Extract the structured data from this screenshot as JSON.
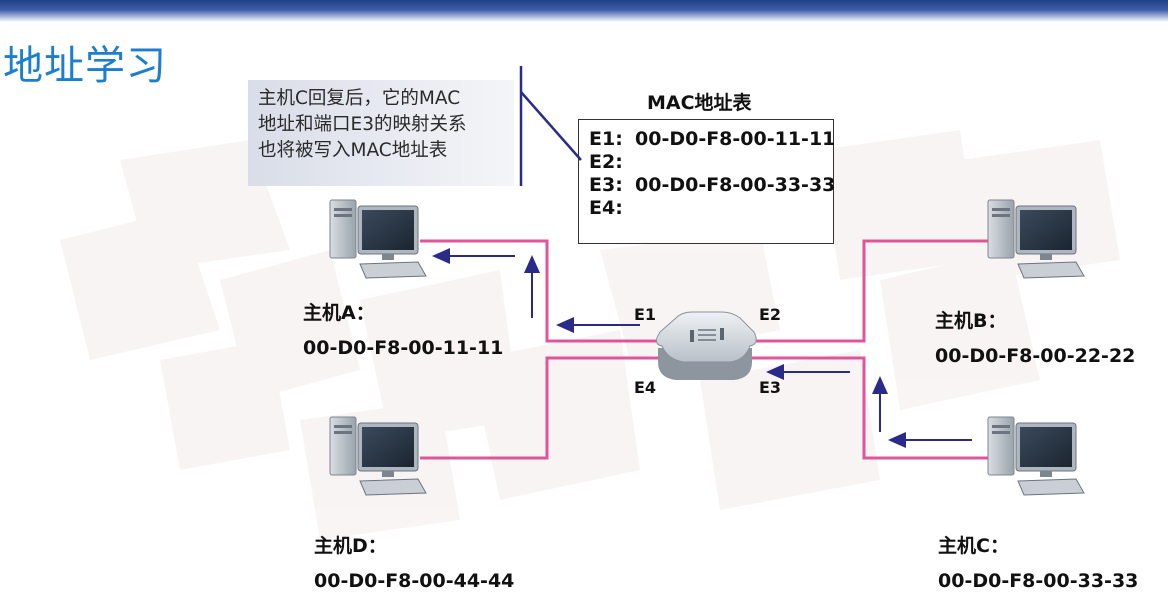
{
  "title": "地址学习",
  "callout": {
    "lines": [
      "主机C回复后，它的MAC",
      "地址和端口E3的映射关系",
      "也将被写入MAC地址表"
    ]
  },
  "mac_table": {
    "title": "MAC地址表",
    "rows": [
      {
        "port": "E1:",
        "mac": "00-D0-F8-00-11-11"
      },
      {
        "port": "E2:",
        "mac": ""
      },
      {
        "port": "E3:",
        "mac": "00-D0-F8-00-33-33"
      },
      {
        "port": "E4:",
        "mac": ""
      }
    ]
  },
  "ports": {
    "e1": "E1",
    "e2": "E2",
    "e3": "E3",
    "e4": "E4"
  },
  "hosts": {
    "a": {
      "name": "主机A：",
      "mac": "00-D0-F8-00-11-11"
    },
    "b": {
      "name": "主机B：",
      "mac": "00-D0-F8-00-22-22"
    },
    "c": {
      "name": "主机C：",
      "mac": "00-D0-F8-00-33-33"
    },
    "d": {
      "name": "主机D：",
      "mac": "00-D0-F8-00-44-44"
    }
  },
  "colors": {
    "link": "#e0559a",
    "arrow": "#2a2a8a",
    "title": "#1c7ed0"
  },
  "icons": {
    "switch": "network-switch-icon",
    "computer": "desktop-computer-icon"
  }
}
